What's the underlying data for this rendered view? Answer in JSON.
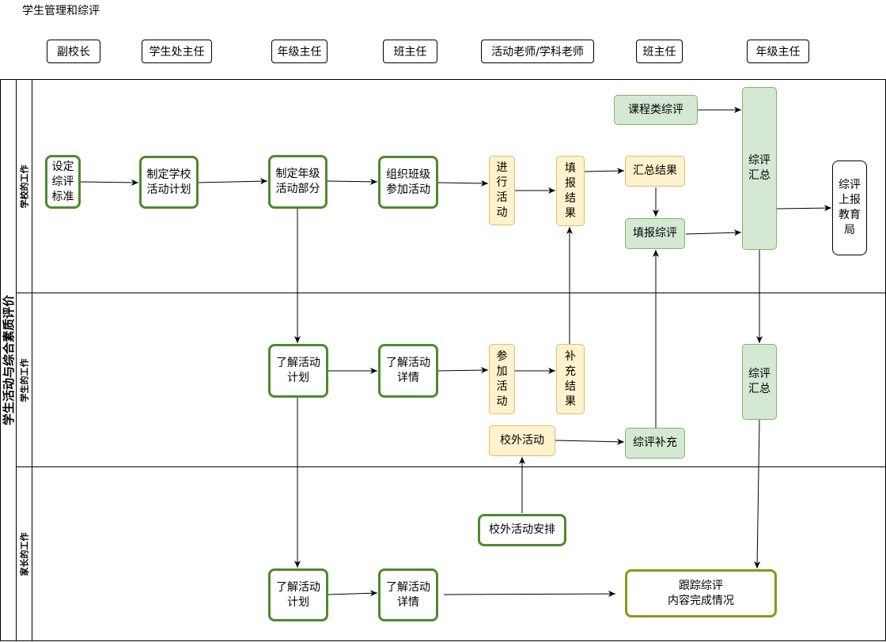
{
  "diagram": {
    "title": "学生管理和综评",
    "pool_title": "学生活动与综合素质评价",
    "lanes": [
      "学校的工作",
      "学生的工作",
      "家长的工作"
    ],
    "roles": [
      "副校长",
      "学生处主任",
      "年级主任",
      "班主任",
      "活动老师/学科老师",
      "班主任",
      "年级主任"
    ],
    "nodes": {
      "set_standard": "设定\n综评\n标准",
      "school_plan": "制定学校\n活动计划",
      "grade_part": "制定年级\n活动部分",
      "organize_class": "组织班级\n参加活动",
      "do_activity": "进\n行\n活\n动",
      "fill_result": "填\n报\n结\n果",
      "course_review": "课程类综评",
      "summary_result": "汇总结果",
      "fill_review": "填报综评",
      "review_summary_school": "综评\n汇总",
      "report_bureau": "综评\n上报\n教育\n局",
      "student_know_plan": "了解活动\n计划",
      "student_know_detail": "了解活动\n详情",
      "join_activity": "参\n加\n活\n动",
      "supplement_result": "补\n充\n结\n果",
      "outside_activity": "校外活动",
      "review_supplement": "综评补充",
      "review_summary_student": "综评\n汇总",
      "outside_arrange": "校外活动安排",
      "parent_know_plan": "了解活动\n计划",
      "parent_know_detail": "了解活动\n详情",
      "track_review": "跟踪综评\n内容完成情况"
    }
  }
}
